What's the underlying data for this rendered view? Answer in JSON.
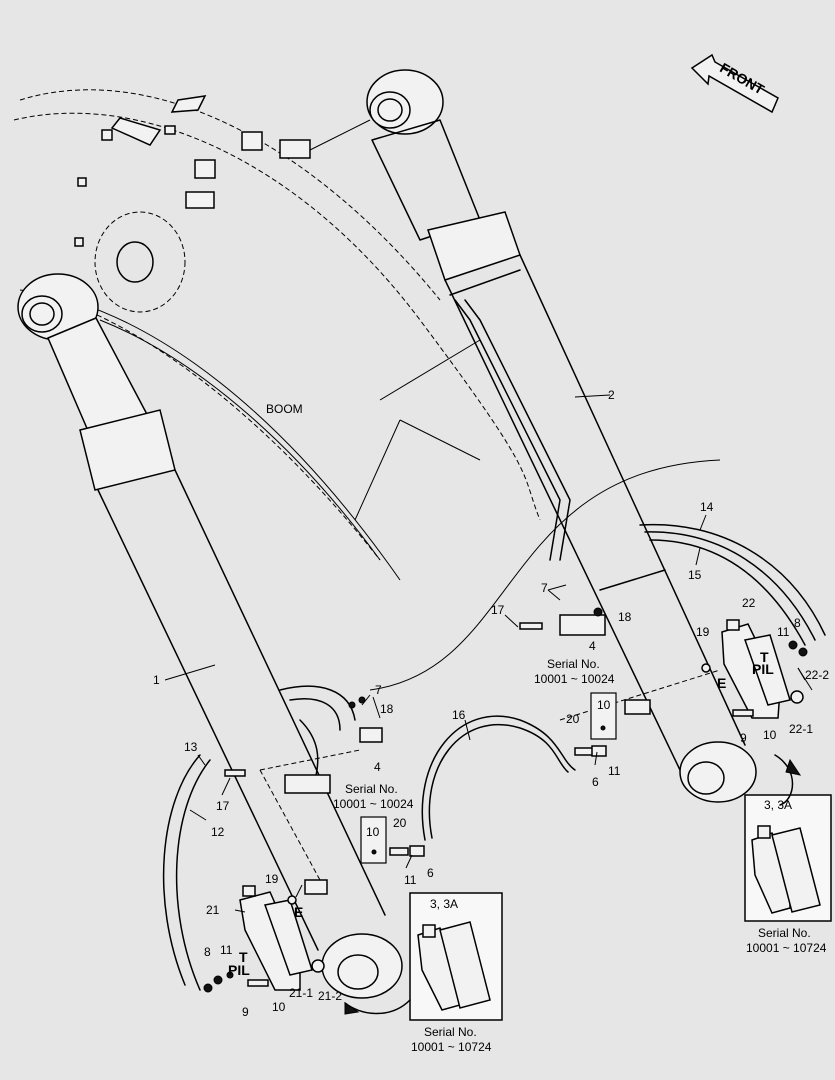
{
  "labels": {
    "boom": "BOOM",
    "front": "FRONT",
    "p1": "1",
    "p2": "2",
    "p3box_left": "3, 3A",
    "p3box_right": "3, 3A",
    "p4a": "4",
    "p4b": "4",
    "p6a": "6",
    "p6b": "6",
    "p7a": "7",
    "p7b": "7",
    "p8a": "8",
    "p8b": "8",
    "p9a": "9",
    "p9b": "9",
    "p10a": "10",
    "p10b": "10",
    "p10c": "10",
    "p10d": "10",
    "p11a": "11",
    "p11b": "11",
    "p11c": "11",
    "p11d": "11",
    "p12": "12",
    "p13": "13",
    "p14": "14",
    "p15": "15",
    "p16": "16",
    "p17a": "17",
    "p17b": "17",
    "p18a": "18",
    "p18b": "18",
    "p19a": "19",
    "p19b": "19",
    "p20a": "20",
    "p20b": "20",
    "p21": "21",
    "p21_1": "21-1",
    "p21_2": "21-2",
    "p22": "22",
    "p22_1": "22-1",
    "p22_2": "22-2",
    "t_left": "T",
    "pil_left": "PIL",
    "e_left": "E",
    "t_right": "T",
    "pil_right": "PIL",
    "e_right": "E",
    "serial_label": "Serial No.",
    "serial_a": "10001 ~ 10024",
    "serial_b": "10001 ~ 10024",
    "serial_c": "10001 ~ 10724",
    "serial_d": "10001 ~ 10724"
  },
  "icons": {
    "front_arrow": "front-arrow-icon",
    "cylinder": "hydraulic-cylinder-icon",
    "valve": "valve-block-icon"
  },
  "colors": {
    "background": "#e6e6e6",
    "line": "#000000",
    "part_fill": "#f2f2f2"
  }
}
